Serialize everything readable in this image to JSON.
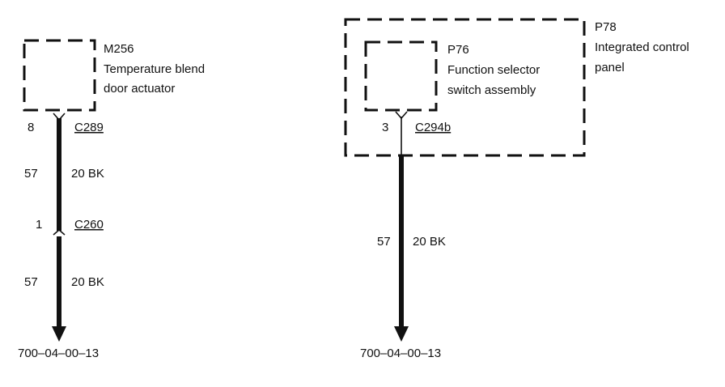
{
  "components": {
    "m256": {
      "code": "M256",
      "name_line1": "Temperature blend",
      "name_line2": "door actuator"
    },
    "p78": {
      "code": "P78",
      "name_line1": "Integrated control",
      "name_line2": "panel"
    },
    "p76": {
      "code": "P76",
      "name_line1": "Function selector",
      "name_line2": "switch assembly"
    }
  },
  "left_circuit": {
    "connector_top": {
      "pin": "8",
      "name": "C289"
    },
    "wire_upper": {
      "circuit": "57",
      "spec": "20 BK"
    },
    "connector_mid": {
      "pin": "1",
      "name": "C260"
    },
    "wire_lower": {
      "circuit": "57",
      "spec": "20 BK"
    },
    "ground_ref": "700–04–00–13"
  },
  "right_circuit": {
    "connector_top": {
      "pin": "3",
      "name": "C294b"
    },
    "wire": {
      "circuit": "57",
      "spec": "20 BK"
    },
    "ground_ref": "700–04–00–13"
  }
}
